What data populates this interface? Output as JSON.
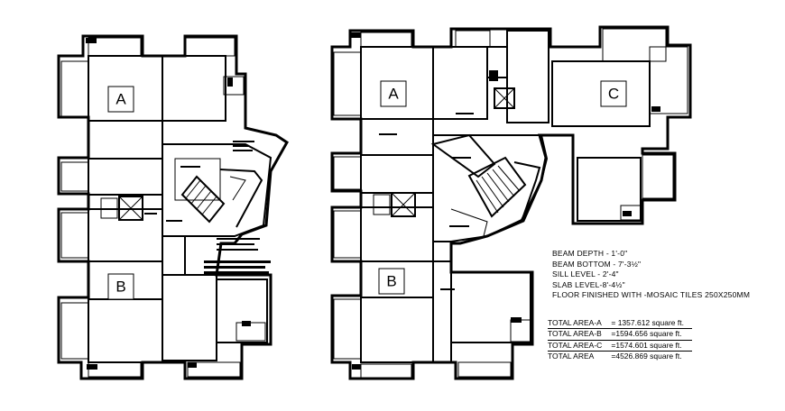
{
  "plans": {
    "left": {
      "rooms": [
        "A",
        "B"
      ]
    },
    "right": {
      "rooms": [
        "A",
        "C",
        "B"
      ]
    }
  },
  "notes": [
    "BEAM DEPTH - 1'-0\"",
    "BEAM BOTTOM - 7'-3½\"",
    "SILL LEVEL - 2'-4\"",
    "SLAB LEVEL-8'-4½\"",
    "FLOOR FINISHED WITH -MOSAIC TILES 250X250MM"
  ],
  "areas": [
    {
      "label": "TOTAL AREA-A",
      "value": "= 1357.612 square ft."
    },
    {
      "label": "TOTAL AREA-B",
      "value": "=1594.656 square ft."
    },
    {
      "label": "TOTAL AREA-C",
      "value": "=1574.601 square ft."
    },
    {
      "label": "TOTAL AREA",
      "value": "=4526.869 square ft."
    }
  ],
  "colors": {
    "line": "#000000",
    "background": "#ffffff"
  }
}
